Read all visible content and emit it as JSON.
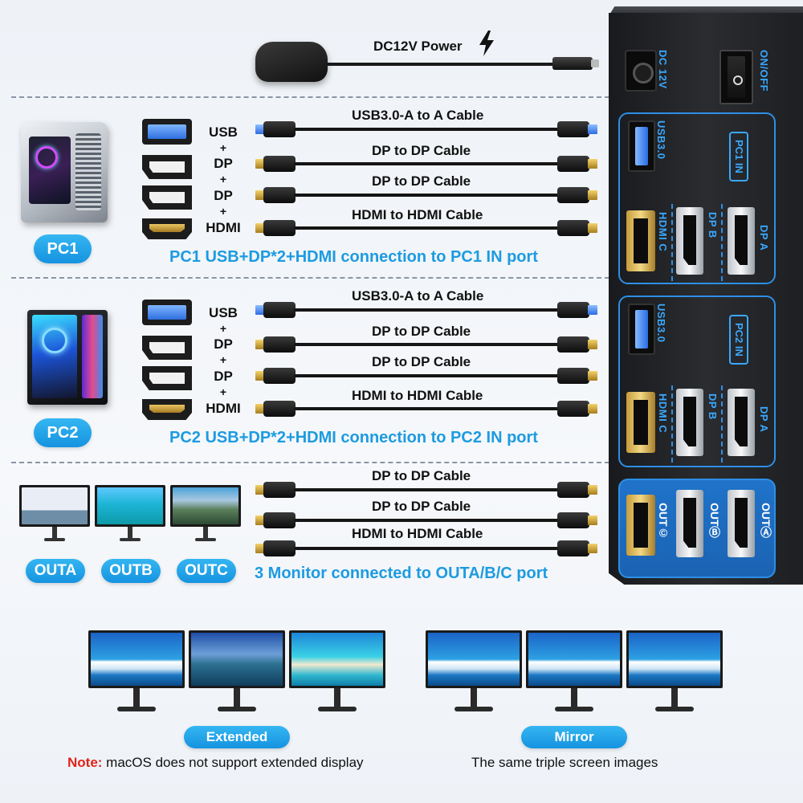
{
  "power": {
    "label": "DC12V Power"
  },
  "pc1": {
    "badge": "PC1",
    "conn_labels": [
      "USB",
      "+",
      "DP",
      "+",
      "DP",
      "+",
      "HDMI"
    ],
    "cables": [
      "USB3.0-A to A Cable",
      "DP to DP Cable",
      "DP to DP Cable",
      "HDMI to HDMI Cable"
    ],
    "caption": "PC1 USB+DP*2+HDMI connection to PC1 IN port"
  },
  "pc2": {
    "badge": "PC2",
    "conn_labels": [
      "USB",
      "+",
      "DP",
      "+",
      "DP",
      "+",
      "HDMI"
    ],
    "cables": [
      "USB3.0-A to A Cable",
      "DP to DP Cable",
      "DP to DP Cable",
      "HDMI to HDMI Cable"
    ],
    "caption": "PC2 USB+DP*2+HDMI connection to PC2 IN port"
  },
  "outputs": {
    "badges": [
      "OUTA",
      "OUTB",
      "OUTC"
    ],
    "cables": [
      "DP to DP Cable",
      "DP to DP Cable",
      "HDMI to HDMI Cable"
    ],
    "caption": "3 Monitor connected to OUTA/B/C port"
  },
  "kvm": {
    "dc_label": "DC 12V",
    "switch_label": "ON/OFF",
    "pc1_in": "PC1 IN",
    "pc2_in": "PC2 IN",
    "usb_label": "USB3.0",
    "hdmi_c": "HDMI C",
    "dp_b": "DP B",
    "dp_a": "DP A",
    "out_c": "OUT©",
    "out_b": "OUTⒷ",
    "out_a": "OUTⒶ"
  },
  "modes": {
    "extended": "Extended",
    "mirror": "Mirror",
    "note_prefix": "Note:",
    "note_text": " macOS does not support extended display",
    "mirror_text": "The same triple screen images"
  },
  "colors": {
    "accent": "#1d9be0",
    "kvm_blue": "#2d8fe6",
    "note_red": "#e0241b"
  }
}
